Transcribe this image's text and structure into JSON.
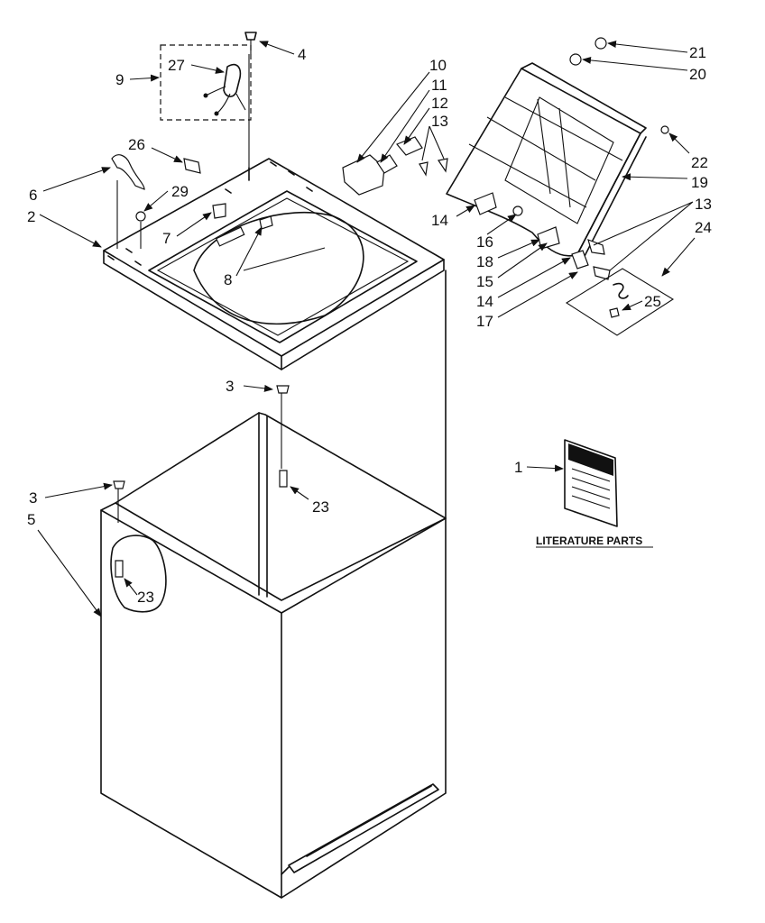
{
  "callouts": {
    "n1": "1",
    "n2": "2",
    "n3": "3",
    "n4": "4",
    "n5": "5",
    "n6": "6",
    "n7": "7",
    "n8": "8",
    "n9": "9",
    "n10": "10",
    "n11": "11",
    "n12": "12",
    "n13": "13",
    "n14": "14",
    "n15": "15",
    "n16": "16",
    "n17": "17",
    "n18": "18",
    "n19": "19",
    "n20": "20",
    "n21": "21",
    "n22": "22",
    "n23": "23",
    "n24": "24",
    "n25": "25",
    "n26": "26",
    "n27": "27",
    "n29": "29"
  },
  "literature_label": "LITERATURE PARTS"
}
